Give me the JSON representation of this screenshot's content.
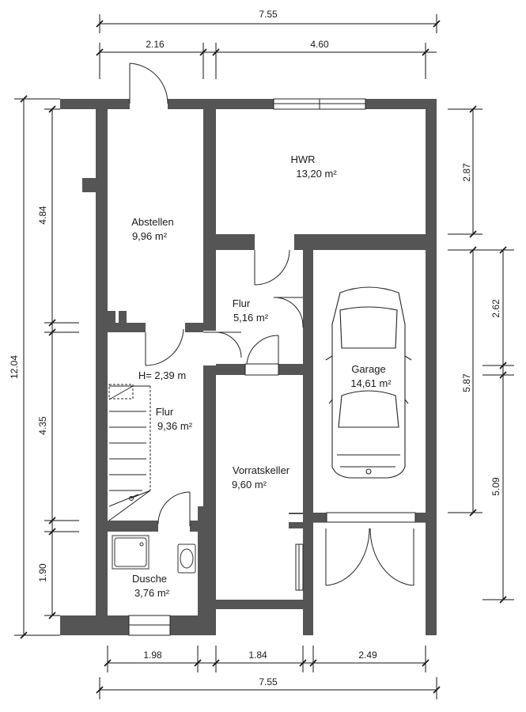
{
  "rooms": {
    "hwr": {
      "name": "HWR",
      "area": "13,20 m²"
    },
    "abstellen": {
      "name": "Abstellen",
      "area": "9,96 m²"
    },
    "flur_upper": {
      "name": "Flur",
      "area": "5,16 m²"
    },
    "garage": {
      "name": "Garage",
      "area": "14,61 m²"
    },
    "flur_lower": {
      "name": "Flur",
      "area": "9,36 m²",
      "height": "H= 2,39 m"
    },
    "vorratskeller": {
      "name": "Vorratskeller",
      "area": "9,60 m²"
    },
    "dusche": {
      "name": "Dusche",
      "area": "3,76 m²"
    }
  },
  "dimensions": {
    "top_total": "7.55",
    "top_left": "2.16",
    "top_right": "4.60",
    "left_total": "12.04",
    "left_top": "4.84",
    "left_middle": "4.35",
    "left_bottom": "1.90",
    "right_top": "2.87",
    "right_middle_outer": "5.87",
    "right_middle_inner": "2.62",
    "right_bottom": "5.09",
    "bottom_left": "1.98",
    "bottom_middle": "1.84",
    "bottom_right": "2.49",
    "bottom_total": "7.55"
  }
}
